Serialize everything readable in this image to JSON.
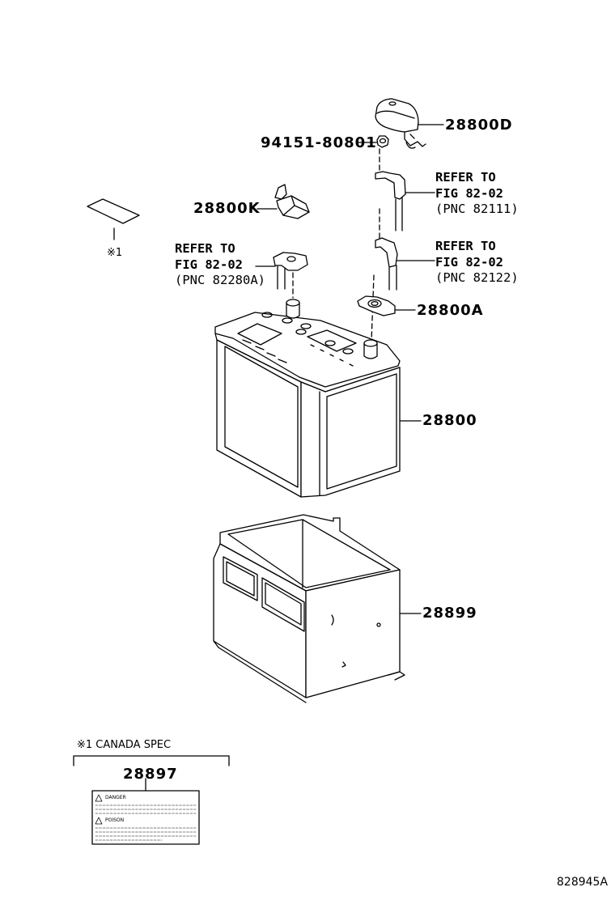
{
  "parts": {
    "cover_d": "28800D",
    "nut": "94151-80801",
    "cover_k": "28800K",
    "clamp_a": "28800A",
    "battery": "28800",
    "tray": "28899",
    "label": "28897"
  },
  "refs": {
    "positive_cable": {
      "line1": "REFER TO",
      "line2": "FIG 82-02",
      "pnc": "(PNC 82111)"
    },
    "negative_cable": {
      "line1": "REFER TO",
      "line2": "FIG 82-02",
      "pnc": "(PNC 82122)"
    },
    "ground_cable": {
      "line1": "REFER TO",
      "line2": "FIG 82-02",
      "pnc": "(PNC 82280A)"
    }
  },
  "note_marker": "※1",
  "canada_spec": "※1 CANADA SPEC",
  "warning_label": {
    "danger": "DANGER",
    "poison": "POISON"
  },
  "figure_id": "828945A"
}
